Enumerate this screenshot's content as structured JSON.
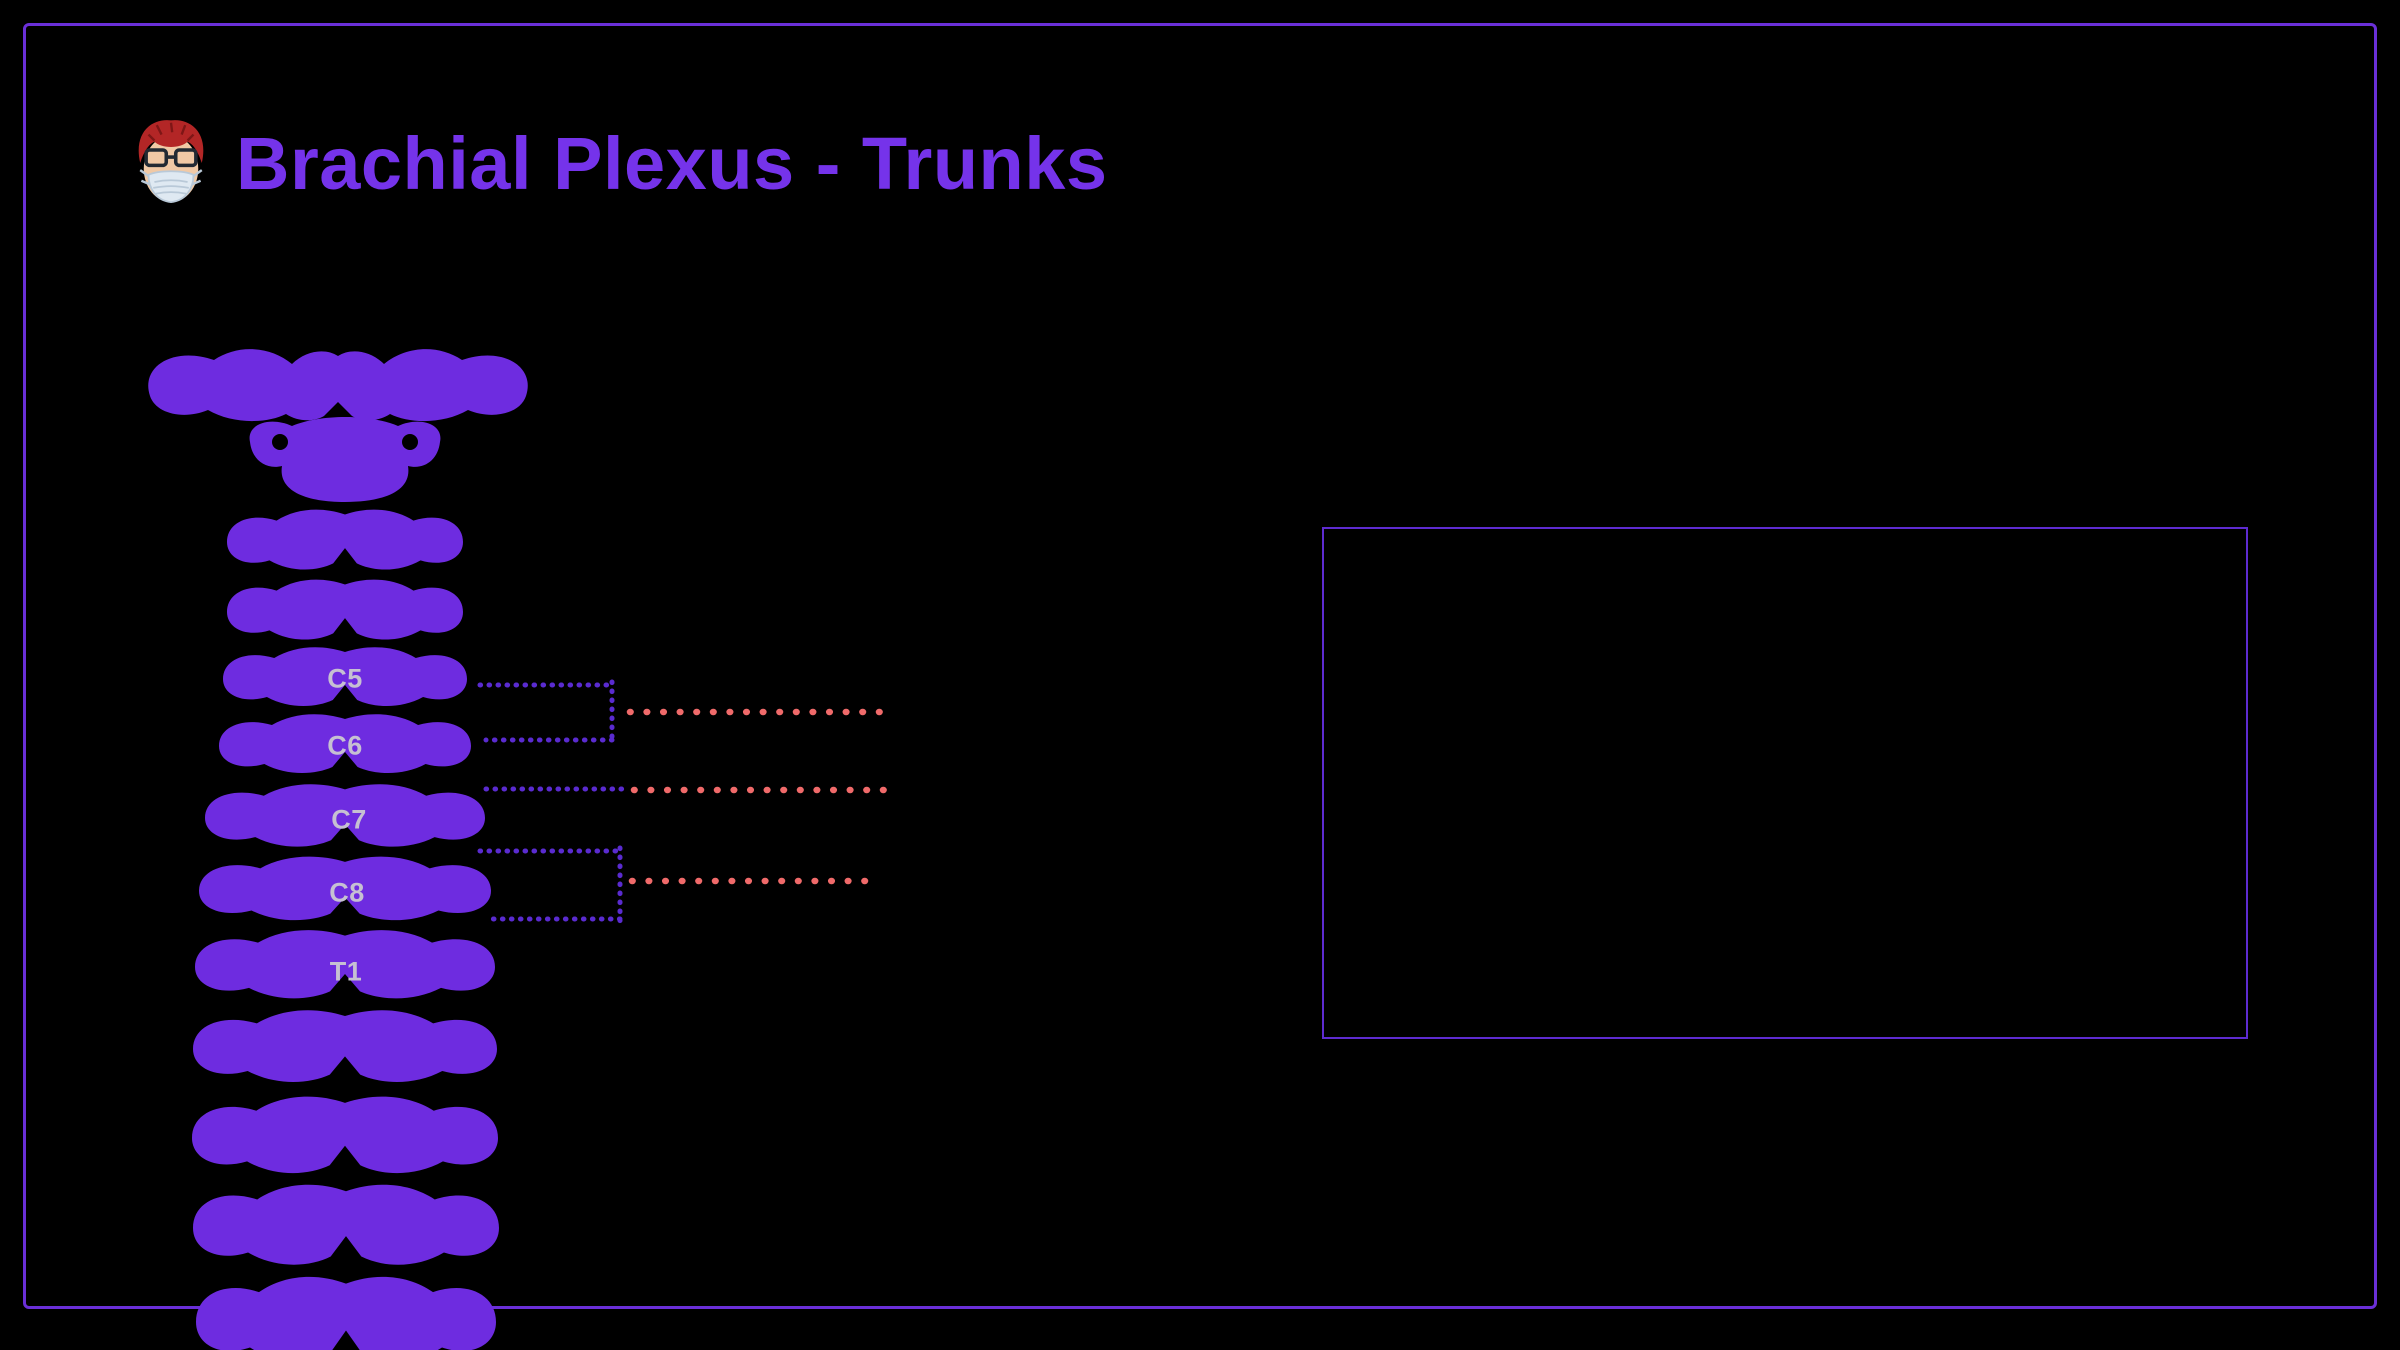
{
  "page": {
    "title": "Brachial Plexus - Trunks"
  },
  "icons": {
    "header": "surgeon-avatar-icon"
  },
  "spine": {
    "labels": [
      "C5",
      "C6",
      "C7",
      "C8",
      "T1"
    ]
  },
  "colors": {
    "background": "#000000",
    "frame_border": "#6A2FD8",
    "title": "#7533EA",
    "spine_purple": "#6E2CE0",
    "bracket_purple": "#5A2BD0",
    "answer_line_red": "#F06A6A",
    "vertebra_label": "#C6C0D2",
    "answer_box_border": "#5E2BD0"
  }
}
